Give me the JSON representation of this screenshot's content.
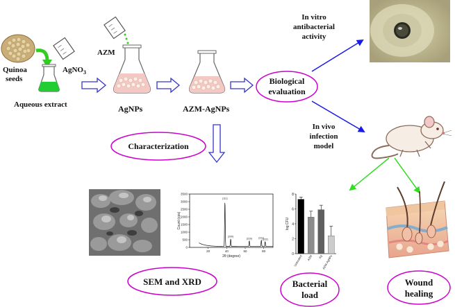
{
  "labels": {
    "quinoa_line1": "Quinoa",
    "quinoa_line2": "seeds",
    "agno3": "AgNO",
    "agno3_sub": "3",
    "aqueous_extract": "Aqueous extract",
    "azm": "AZM",
    "agnps": "AgNPs",
    "azm_agnps": "AZM-AgNPs",
    "bio_line1": "Biological",
    "bio_line2": "evaluation",
    "invitro_line1": "In vitro",
    "invitro_line2": "antibacterial",
    "invitro_line3": "activity",
    "invivo_line1": "In vivo",
    "invivo_line2": "infection",
    "invivo_line3": "model",
    "characterization": "Characterization",
    "sem_xrd": "SEM and XRD",
    "bact_line1": "Bacterial",
    "bact_line2": "load",
    "wound_line1": "Wound",
    "wound_line2": "healing"
  },
  "xrd_chart": {
    "chart_data": {
      "type": "line",
      "xlabel": "2θ (degree)",
      "ylabel": "Count (cps)",
      "xlim": [
        0,
        90
      ],
      "ylim": [
        0,
        3500
      ],
      "xticks": [
        "20",
        "40",
        "60",
        "80"
      ],
      "yticks": [
        "0",
        "500",
        "1000",
        "1500",
        "2000",
        "2500",
        "3000",
        "3500"
      ],
      "peaks": [
        {
          "x": 38.1,
          "y": 3000,
          "label": "(111)"
        },
        {
          "x": 44.3,
          "y": 500,
          "label": "(200)"
        },
        {
          "x": 64.4,
          "y": 380,
          "label": "(220)"
        },
        {
          "x": 77.4,
          "y": 420,
          "label": "(311)"
        },
        {
          "x": 81.5,
          "y": 330,
          "label": "(222)"
        }
      ]
    }
  },
  "bar_chart": {
    "chart_data": {
      "type": "bar",
      "ylabel": "log CFU",
      "ylim": [
        0,
        8
      ],
      "yticks": [
        "0",
        "2",
        "4",
        "6",
        "8"
      ],
      "categories": [
        "Untreated",
        "AZM",
        "Ag",
        "AZM-AgNPs"
      ],
      "values": [
        7.3,
        4.9,
        5.9,
        2.4
      ],
      "errors": [
        0.3,
        0.8,
        0.6,
        1.3
      ],
      "colors": [
        "#000000",
        "#8c8c8c",
        "#5f5f5f",
        "#cccccc"
      ]
    }
  },
  "colors": {
    "ellipse_stroke": "#cc00cc",
    "hollow_arrow": "#3333cc",
    "blue_arrow": "#1a1ae6",
    "green_arrow": "#33dd22"
  }
}
